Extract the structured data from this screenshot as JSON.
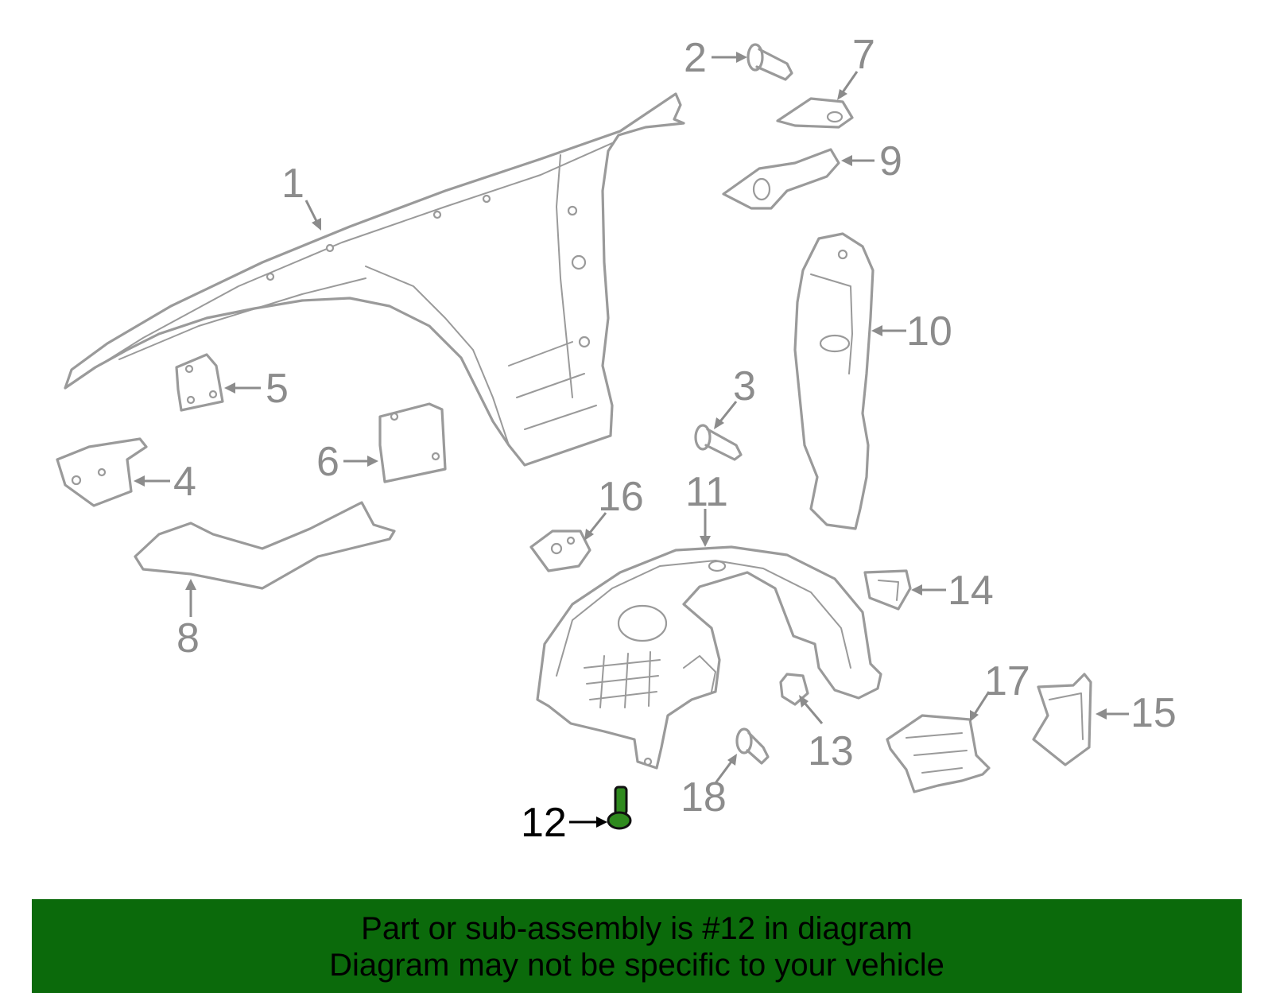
{
  "callouts": {
    "c1": "1",
    "c2": "2",
    "c3": "3",
    "c4": "4",
    "c5": "5",
    "c6": "6",
    "c7": "7",
    "c8": "8",
    "c9": "9",
    "c10": "10",
    "c11": "11",
    "c12": "12",
    "c13": "13",
    "c14": "14",
    "c15": "15",
    "c16": "16",
    "c17": "17",
    "c18": "18"
  },
  "highlighted_part": "12",
  "banner": {
    "line1": "Part or sub-assembly is #12 in diagram",
    "line2": "Diagram may not be specific to your vehicle"
  },
  "colors": {
    "linework": "#9a9a9a",
    "highlight_part": "#2f8a1e",
    "banner_bg": "#0b6a0b",
    "banner_text": "#000000"
  }
}
